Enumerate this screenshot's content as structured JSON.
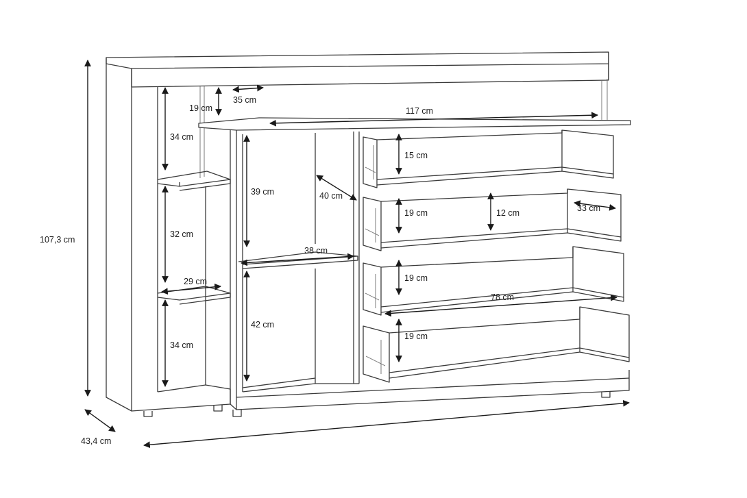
{
  "dimensions": {
    "total_height": "107,3 cm",
    "total_depth": "43,4 cm",
    "top_opening_height": "19 cm",
    "top_opening_width": "35 cm",
    "top_inner_width": "117 cm",
    "left_upper_shelf": "34 cm",
    "left_middle_shelf": "32 cm",
    "left_shelf_depth": "29 cm",
    "left_lower_shelf": "34 cm",
    "center_upper_height": "39 cm",
    "center_depth": "40 cm",
    "center_width": "38 cm",
    "center_lower_height": "42 cm",
    "drawer1_height": "15 cm",
    "drawer2_height": "19 cm",
    "drawer2_inner_height": "12 cm",
    "drawer2_depth": "33 cm",
    "drawer3_height": "19 cm",
    "drawer_width": "78 cm",
    "drawer4_height": "19 cm"
  }
}
